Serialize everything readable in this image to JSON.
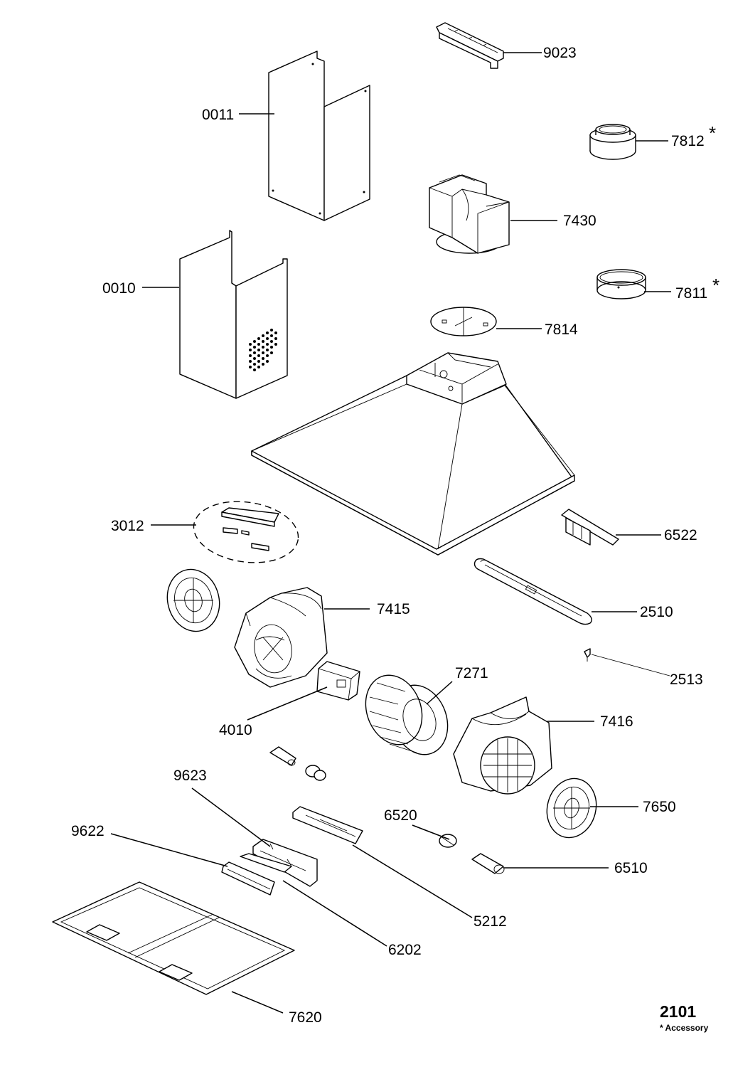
{
  "parts": [
    {
      "id": "9023",
      "label": "9023"
    },
    {
      "id": "0011",
      "label": "0011"
    },
    {
      "id": "7812",
      "label": "7812",
      "accessory": true
    },
    {
      "id": "7430",
      "label": "7430"
    },
    {
      "id": "0010",
      "label": "0010"
    },
    {
      "id": "7811",
      "label": "7811",
      "accessory": true
    },
    {
      "id": "7814",
      "label": "7814"
    },
    {
      "id": "3012",
      "label": "3012"
    },
    {
      "id": "6522",
      "label": "6522"
    },
    {
      "id": "7415",
      "label": "7415"
    },
    {
      "id": "2510",
      "label": "2510"
    },
    {
      "id": "2513",
      "label": "2513"
    },
    {
      "id": "7271",
      "label": "7271"
    },
    {
      "id": "4010",
      "label": "4010"
    },
    {
      "id": "7416",
      "label": "7416"
    },
    {
      "id": "9623",
      "label": "9623"
    },
    {
      "id": "7650",
      "label": "7650"
    },
    {
      "id": "6520",
      "label": "6520"
    },
    {
      "id": "9622",
      "label": "9622"
    },
    {
      "id": "6510",
      "label": "6510"
    },
    {
      "id": "5212",
      "label": "5212"
    },
    {
      "id": "6202",
      "label": "6202"
    },
    {
      "id": "7620",
      "label": "7620"
    }
  ],
  "accessory_marker": "*",
  "footer": {
    "page_number": "2101",
    "accessory_note": "* Accessory"
  }
}
